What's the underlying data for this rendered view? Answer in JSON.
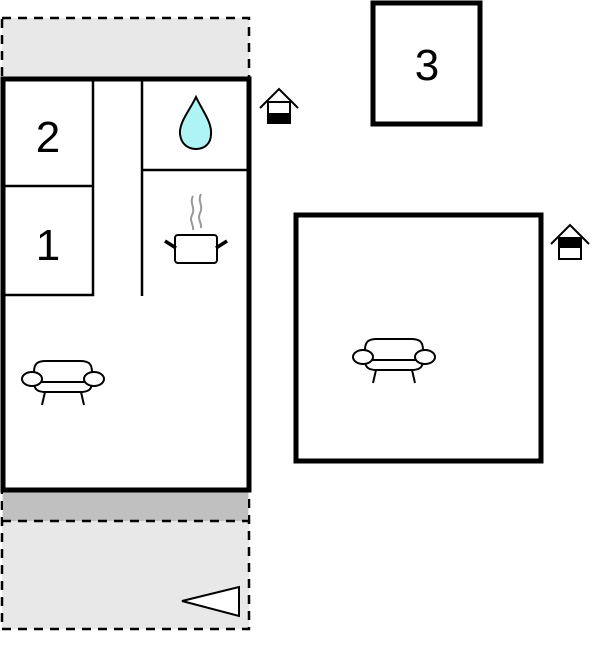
{
  "floorplan": {
    "colors": {
      "wall": "#000000",
      "outdoor_area": "#e8e8e8",
      "covered_area": "#c0c0c0",
      "water_drop": "#aef4f4",
      "steam": "#999999"
    },
    "rooms": [
      {
        "id": "bedroom-2",
        "label": "2"
      },
      {
        "id": "bedroom-1",
        "label": "1"
      },
      {
        "id": "bedroom-3",
        "label": "3"
      }
    ],
    "icons": [
      {
        "name": "bathroom",
        "icon": "water-drop-icon"
      },
      {
        "name": "kitchen",
        "icon": "cooking-pot-icon"
      },
      {
        "name": "living-room-main",
        "icon": "sofa-icon"
      },
      {
        "name": "living-room-annex",
        "icon": "sofa-icon"
      },
      {
        "name": "entrance-main",
        "icon": "house-entrance-icon"
      },
      {
        "name": "entrance-annex",
        "icon": "house-entrance-icon"
      },
      {
        "name": "direction",
        "icon": "triangle-pointer-icon"
      }
    ]
  }
}
